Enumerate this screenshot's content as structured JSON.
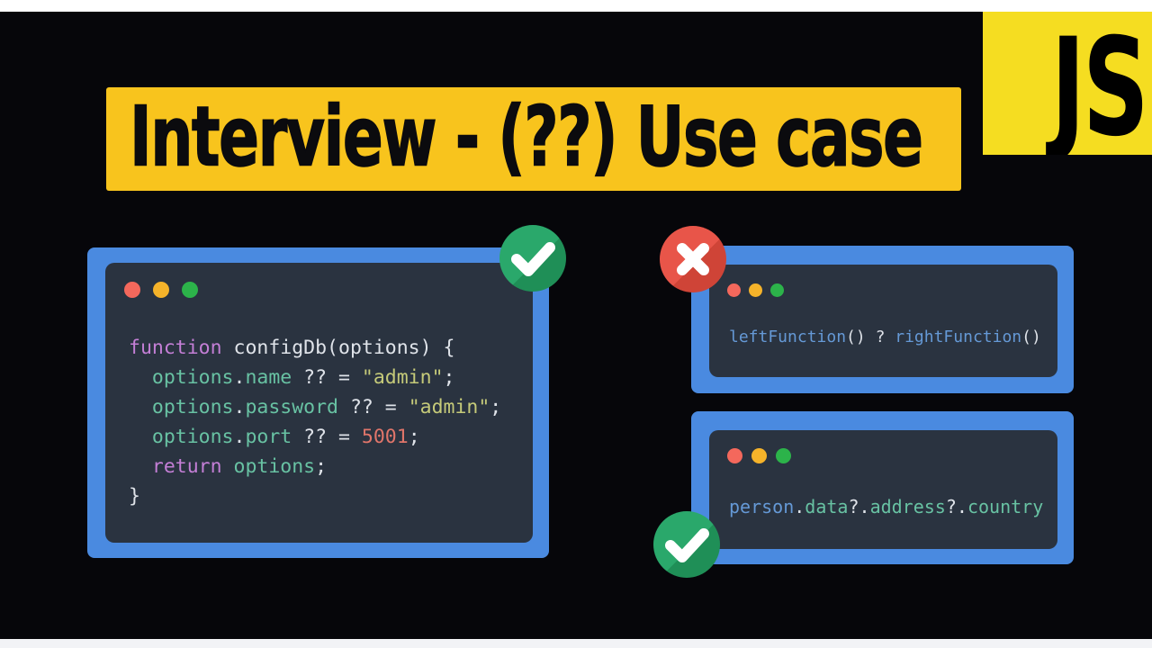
{
  "colors": {
    "page-bg": "#06060a",
    "strip-top": "#ffffff",
    "strip-bottom": "#f2f3f6",
    "banner-yellow": "#f8c41d",
    "banner-text": "#0b0b0e",
    "js-yellow": "#f5dd21",
    "js-text": "#000000",
    "window-border-blue": "#4a8ae0",
    "window-bg": "#2a3340",
    "dot-red": "#f4685c",
    "dot-amber": "#f5b32a",
    "dot-green": "#2cb34a",
    "badge-green": "#2aa86b",
    "badge-green-dark": "#1f8f57",
    "badge-red": "#e85549",
    "badge-red-dark": "#cf4437",
    "code-plain": "#dfe3e9",
    "code-keyword": "#c47fd6",
    "code-property": "#68c2a3",
    "code-string": "#c5ca79",
    "code-number": "#e0756a",
    "code-function": "#6599d6"
  },
  "banner": {
    "title": "Interview - (??) Use case"
  },
  "js_badge": {
    "label": "JS"
  },
  "windows": {
    "config_db": {
      "verdict": "correct",
      "lines": [
        [
          {
            "t": "function ",
            "c": "keyword"
          },
          {
            "t": "configDb(options) {",
            "c": "plain"
          }
        ],
        [
          {
            "t": "  ",
            "c": "plain"
          },
          {
            "t": "options",
            "c": "property"
          },
          {
            "t": ".",
            "c": "plain"
          },
          {
            "t": "name",
            "c": "property"
          },
          {
            "t": " ?? = ",
            "c": "plain"
          },
          {
            "t": "\"admin\"",
            "c": "string"
          },
          {
            "t": ";",
            "c": "plain"
          }
        ],
        [
          {
            "t": "  ",
            "c": "plain"
          },
          {
            "t": "options",
            "c": "property"
          },
          {
            "t": ".",
            "c": "plain"
          },
          {
            "t": "password",
            "c": "property"
          },
          {
            "t": " ?? = ",
            "c": "plain"
          },
          {
            "t": "\"admin\"",
            "c": "string"
          },
          {
            "t": ";",
            "c": "plain"
          }
        ],
        [
          {
            "t": "  ",
            "c": "plain"
          },
          {
            "t": "options",
            "c": "property"
          },
          {
            "t": ".",
            "c": "plain"
          },
          {
            "t": "port",
            "c": "property"
          },
          {
            "t": " ?? = ",
            "c": "plain"
          },
          {
            "t": "5001",
            "c": "number"
          },
          {
            "t": ";",
            "c": "plain"
          }
        ],
        [
          {
            "t": "  ",
            "c": "plain"
          },
          {
            "t": "return ",
            "c": "keyword"
          },
          {
            "t": "options",
            "c": "property"
          },
          {
            "t": ";",
            "c": "plain"
          }
        ],
        [
          {
            "t": "}",
            "c": "plain"
          }
        ]
      ]
    },
    "ternary": {
      "verdict": "incorrect",
      "lines": [
        [
          {
            "t": "leftFunction",
            "c": "function"
          },
          {
            "t": "() ",
            "c": "plain"
          },
          {
            "t": "? ",
            "c": "plain"
          },
          {
            "t": "rightFunction",
            "c": "function"
          },
          {
            "t": "()",
            "c": "plain"
          }
        ]
      ]
    },
    "optional_chaining": {
      "verdict": "correct",
      "lines": [
        [
          {
            "t": "person",
            "c": "function"
          },
          {
            "t": ".",
            "c": "plain"
          },
          {
            "t": "data",
            "c": "property"
          },
          {
            "t": "?.",
            "c": "plain"
          },
          {
            "t": "address",
            "c": "property"
          },
          {
            "t": "?.",
            "c": "plain"
          },
          {
            "t": "country",
            "c": "property"
          }
        ]
      ]
    }
  }
}
